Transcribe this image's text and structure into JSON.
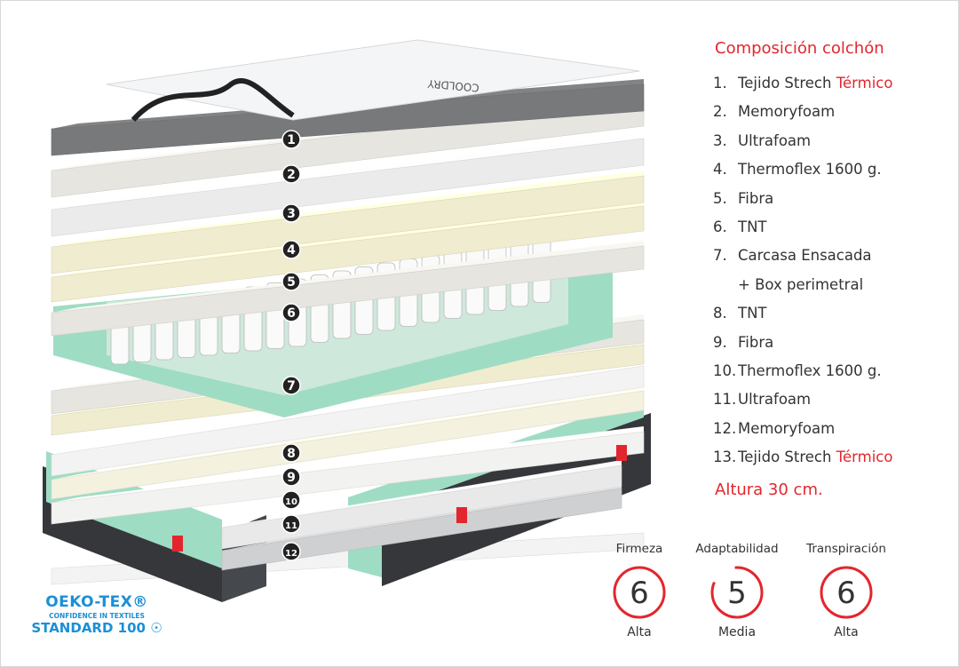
{
  "composition": {
    "title": "Composición colchón",
    "items": [
      {
        "num": "1.",
        "text": "Tejido Strech ",
        "accent": "Térmico"
      },
      {
        "num": "2.",
        "text": "Memoryfoam"
      },
      {
        "num": "3.",
        "text": "Ultrafoam"
      },
      {
        "num": "4.",
        "text": "Thermoflex 1600 g."
      },
      {
        "num": "5.",
        "text": "Fibra"
      },
      {
        "num": "6.",
        "text": "TNT"
      },
      {
        "num": "7.",
        "text": "Carcasa Ensacada"
      },
      {
        "num": "",
        "text": "+ Box perimetral",
        "sub": true
      },
      {
        "num": "8.",
        "text": "TNT"
      },
      {
        "num": "9.",
        "text": "Fibra"
      },
      {
        "num": "10.",
        "text": "Thermoflex 1600 g."
      },
      {
        "num": "11.",
        "text": "Ultrafoam"
      },
      {
        "num": "12.",
        "text": "Memoryfoam"
      },
      {
        "num": "13.",
        "text": "Tejido Strech ",
        "accent": "Térmico"
      }
    ],
    "height_label": "Altura 30 cm."
  },
  "ratings": [
    {
      "label": "Firmeza",
      "value": "6",
      "level": "Alta",
      "fraction": 1.0
    },
    {
      "label": "Adaptabilidad",
      "value": "5",
      "level": "Media",
      "fraction": 0.83
    },
    {
      "label": "Transpiración",
      "value": "6",
      "level": "Alta",
      "fraction": 1.0
    }
  ],
  "certification": {
    "name": "OEKO-TEX®",
    "tagline": "CONFIDENCE IN TEXTILES",
    "standard": "STANDARD 100"
  },
  "layer_badges": [
    "1",
    "2",
    "3",
    "4",
    "5",
    "6",
    "7",
    "8",
    "9",
    "10",
    "11",
    "12"
  ],
  "brand_text": "COOLDRY",
  "colors": {
    "accent": "#e3262d",
    "oeko": "#1b8fd6",
    "memory": "#77797b",
    "foam": "#e6e5df",
    "fiber": "#f0ecd0",
    "box": "#9fdcc4",
    "border": "#35373b"
  }
}
